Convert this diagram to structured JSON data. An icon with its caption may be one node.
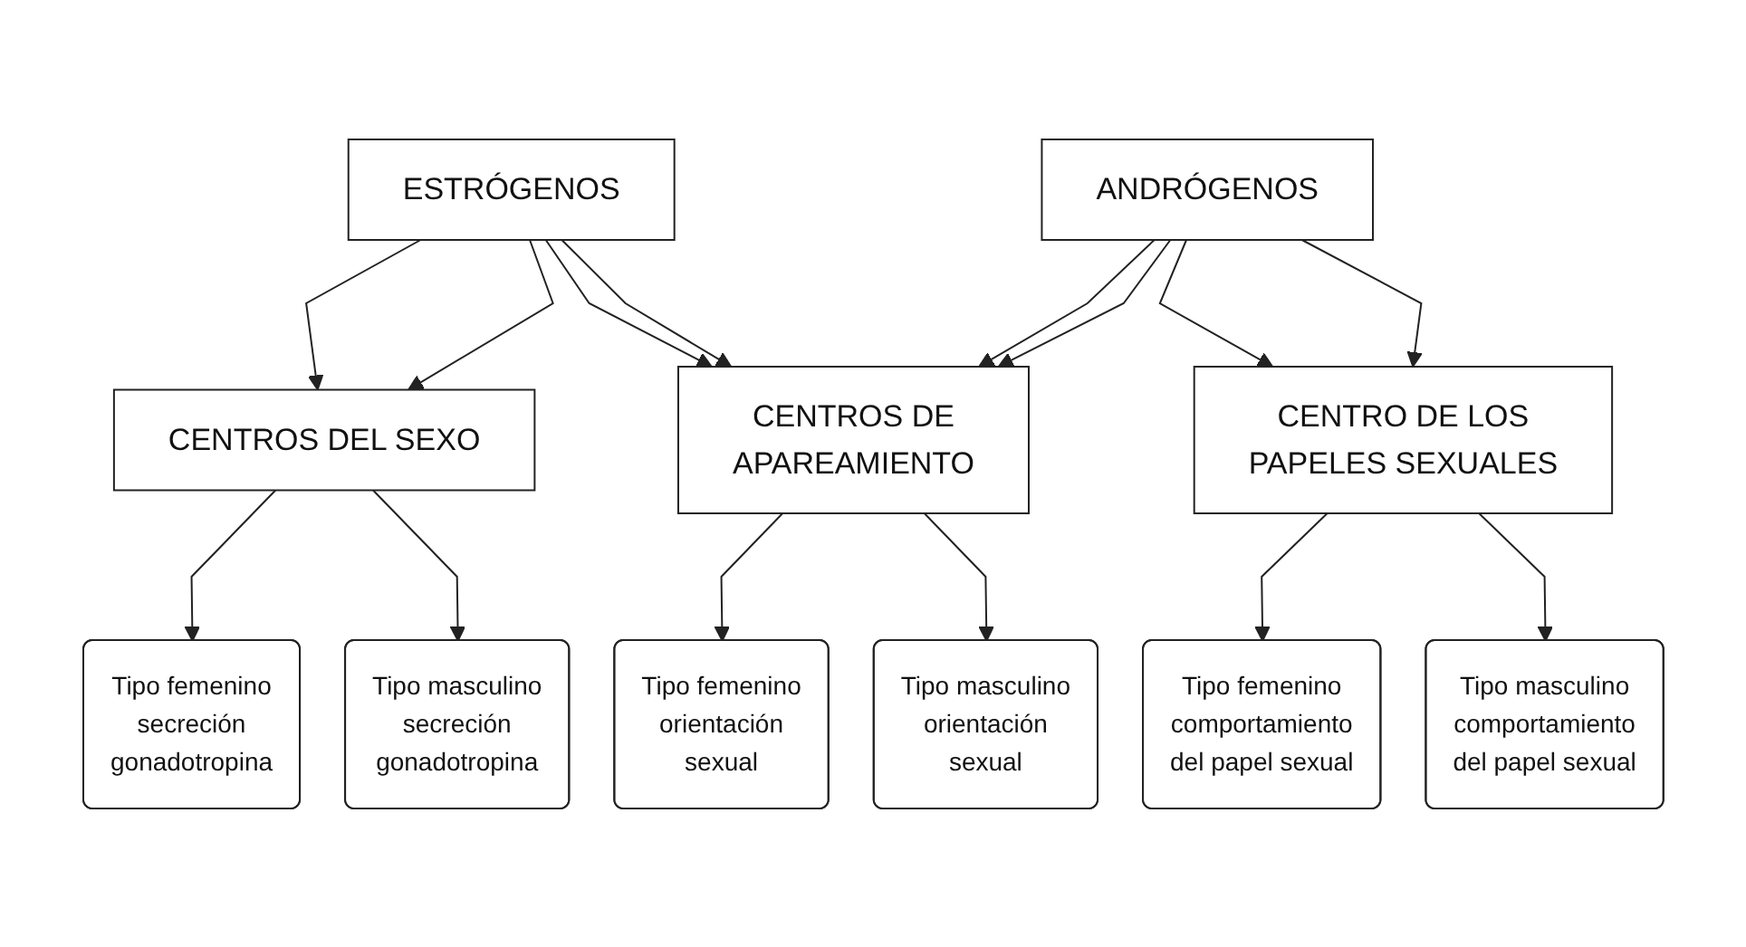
{
  "diagram": {
    "nodes": [
      {
        "text": [
          "ESTRÓGENOS"
        ]
      },
      {
        "text": [
          "ANDRÓGENOS"
        ]
      },
      {
        "text": [
          "CENTROS DEL SEXO"
        ]
      },
      {
        "text": [
          "CENTROS DE APAREAMIENTO"
        ]
      },
      {
        "text": [
          "CENTRO DE LOS PAPELES SEXUALES"
        ]
      },
      {
        "text": [
          "Tipo femenino secreción gonadotropina"
        ]
      },
      {
        "text": [
          "Tipo masculino secreción gonadotropina"
        ]
      },
      {
        "text": [
          "Tipo femenino orientación sexual"
        ]
      },
      {
        "text": [
          "Tipo masculino orientación sexual"
        ]
      },
      {
        "text": [
          "Tipo femenino comportamiento del papel sexual"
        ]
      },
      {
        "text": [
          "Tipo masculino comportamiento del papel sexual"
        ]
      }
    ],
    "edges": [
      {
        "from": 0,
        "to": 2,
        "arrow": "to"
      },
      {
        "from": 0,
        "to": 2,
        "arrow": "to"
      },
      {
        "from": 0,
        "to": 3,
        "arrow": "to"
      },
      {
        "from": 0,
        "to": 3,
        "arrow": "to"
      },
      {
        "from": 1,
        "to": 3,
        "arrow": "to"
      },
      {
        "from": 1,
        "to": 3,
        "arrow": "to"
      },
      {
        "from": 1,
        "to": 4,
        "arrow": "to"
      },
      {
        "from": 1,
        "to": 4,
        "arrow": "to"
      },
      {
        "from": 2,
        "to": 5,
        "arrow": "to"
      },
      {
        "from": 2,
        "to": 6,
        "arrow": "to"
      },
      {
        "from": 3,
        "to": 7,
        "arrow": "to"
      },
      {
        "from": 3,
        "to": 8,
        "arrow": "to"
      },
      {
        "from": 4,
        "to": 9,
        "arrow": "to"
      },
      {
        "from": 4,
        "to": 10,
        "arrow": "to"
      }
    ]
  }
}
